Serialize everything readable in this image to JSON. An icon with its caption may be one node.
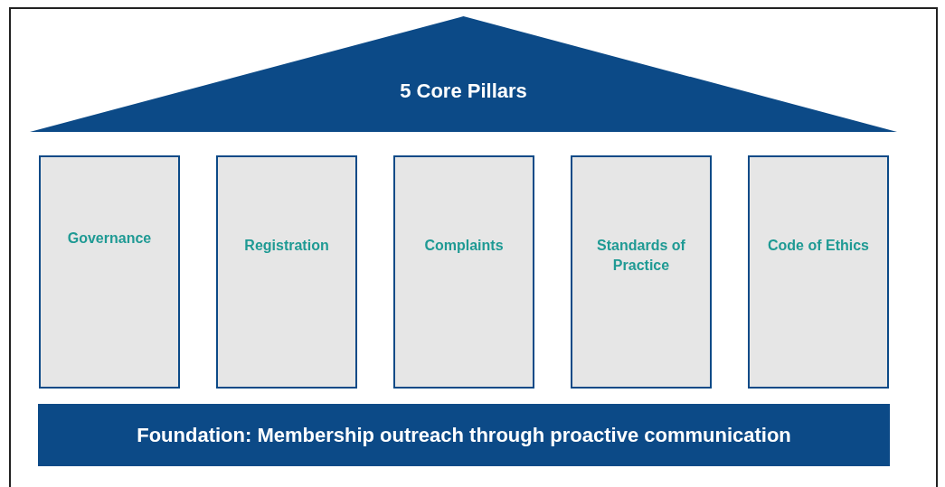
{
  "diagram": {
    "nodes": [
      {
        "text": [
          "5 Core Pillars"
        ]
      },
      {
        "text": [
          "Governance"
        ]
      },
      {
        "text": [
          "Registration"
        ]
      },
      {
        "text": [
          "Complaints"
        ]
      },
      {
        "text": [
          "Standards of Practice"
        ]
      },
      {
        "text": [
          "Code of Ethics"
        ]
      },
      {
        "text": [
          "Foundation: Membership outreach through proactive communication"
        ]
      }
    ],
    "edges": []
  }
}
